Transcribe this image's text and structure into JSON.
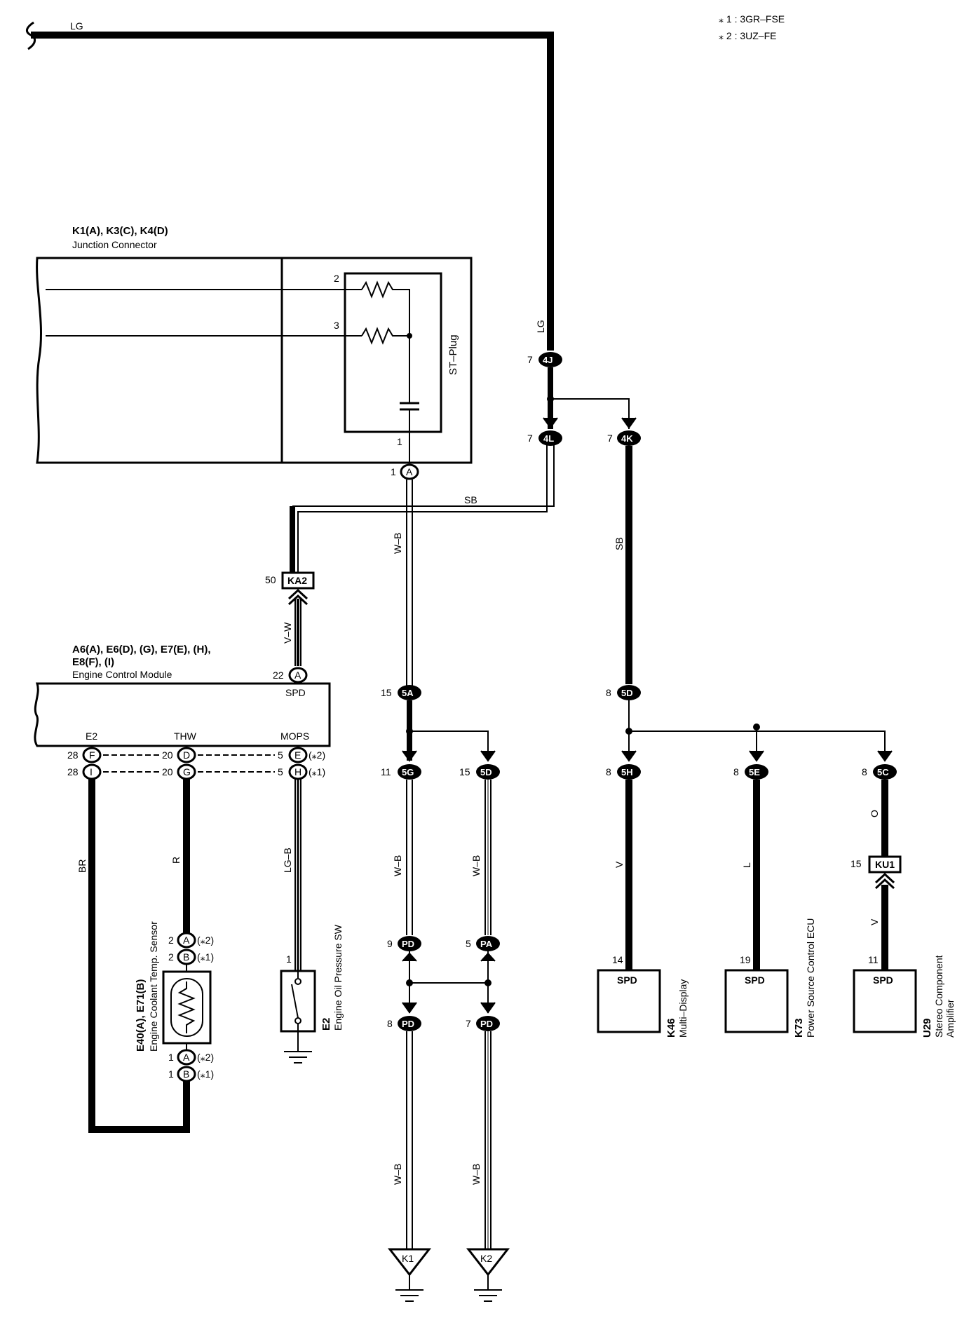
{
  "notes": [
    "⁎ 1 : 3GR–FSE",
    "⁎ 2 : 3UZ–FE"
  ],
  "junction": {
    "ids": "K1(A), K3(C), K4(D)",
    "name": "Junction Connector",
    "st_plug": "ST–Plug",
    "pin_a": "2",
    "pin_b": "3",
    "pin_c": "1",
    "out_pin": "1",
    "out_conn": "A"
  },
  "ecm": {
    "ids_line1": "A6(A), E6(D), (G), E7(E), (H),",
    "ids_line2": "E8(F), (I)",
    "name": "Engine Control Module",
    "spd_pin": "22",
    "spd_conn": "A",
    "spd_label": "SPD",
    "e2_label": "E2",
    "thw_label": "THW",
    "mops_label": "MOPS",
    "e2_pin1": "28",
    "e2_conn1": "F",
    "e2_pin2": "28",
    "e2_conn2": "I",
    "thw_pin1": "20",
    "thw_conn1": "D",
    "thw_pin2": "20",
    "thw_conn2": "G",
    "mops_pin1": "5",
    "mops_conn1": "E",
    "mops_note1": "(⁎2)",
    "mops_pin2": "5",
    "mops_conn2": "H",
    "mops_note2": "(⁎1)"
  },
  "connectors": {
    "c4J": {
      "pin": "7",
      "id": "4J"
    },
    "c4L": {
      "pin": "7",
      "id": "4L"
    },
    "c4K": {
      "pin": "7",
      "id": "4K"
    },
    "cKA2": {
      "pin": "50",
      "id": "KA2"
    },
    "c5A": {
      "pin": "15",
      "id": "5A"
    },
    "c5D_top": {
      "pin": "8",
      "id": "5D"
    },
    "c5G": {
      "pin": "11",
      "id": "5G"
    },
    "c5D_mid": {
      "pin": "15",
      "id": "5D"
    },
    "c5H": {
      "pin": "8",
      "id": "5H"
    },
    "c5E": {
      "pin": "8",
      "id": "5E"
    },
    "c5C": {
      "pin": "8",
      "id": "5C"
    },
    "cKU1": {
      "pin": "15",
      "id": "KU1"
    },
    "cPD1": {
      "pin": "9",
      "id": "PD"
    },
    "cPA": {
      "pin": "5",
      "id": "PA"
    },
    "cPD2": {
      "pin": "8",
      "id": "PD"
    },
    "cPD3": {
      "pin": "7",
      "id": "PD"
    }
  },
  "wires": {
    "lg": "LG",
    "sb": "SB",
    "wb": "W–B",
    "vw": "V–W",
    "br": "BR",
    "r": "R",
    "lgb": "LG–B",
    "v": "V",
    "l": "L",
    "o": "O"
  },
  "sensor": {
    "ids": "E40(A), E71(B)",
    "name": "Engine Coolant Temp. Sensor",
    "p1": "2",
    "c1": "A",
    "n1": "(⁎2)",
    "p2": "2",
    "c2": "B",
    "n2": "(⁎1)",
    "p3": "1",
    "c3": "A",
    "n3": "(⁎2)",
    "p4": "1",
    "c4": "B",
    "n4": "(⁎1)"
  },
  "oil_sw": {
    "id": "E2",
    "name": "Engine Oil Pressure SW",
    "pin": "1"
  },
  "devices": [
    {
      "id": "K46",
      "name": "Multi–Display",
      "pin": "14",
      "label": "SPD"
    },
    {
      "id": "K73",
      "name": "Power Source Control ECU",
      "pin": "19",
      "label": "SPD"
    },
    {
      "id": "U29",
      "name1": "Stereo Component",
      "name2": "Amplifier",
      "pin": "11",
      "label": "SPD"
    }
  ],
  "grounds": {
    "k1": "K1",
    "k2": "K2"
  }
}
